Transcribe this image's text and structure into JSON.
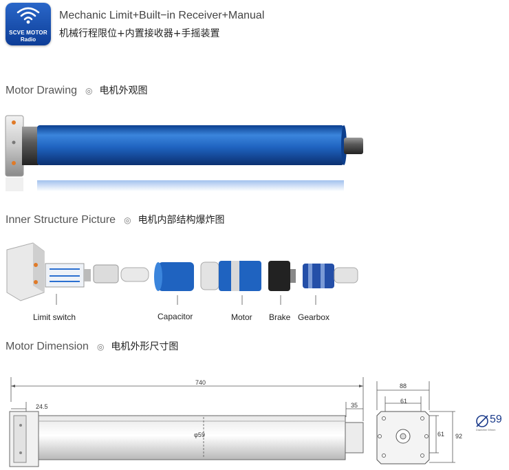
{
  "brand": {
    "logo_line1": "SCVE MOTOR",
    "logo_line2": "Radio",
    "primary_color": "#1a4fb0"
  },
  "header": {
    "title_en": "Mechanic Limit+Built−in Receiver+Manual",
    "title_cn": "机械行程限位+内置接收器+手摇装置"
  },
  "sections": {
    "drawing": {
      "title_en": "Motor Drawing",
      "bullet": "◎",
      "title_cn": "电机外观图"
    },
    "inner": {
      "title_en": "Inner Structure Picture",
      "bullet": "◎",
      "title_cn": "电机内部结构爆炸图"
    },
    "dimension": {
      "title_en": "Motor Dimension",
      "bullet": "◎",
      "title_cn": "电机外形尺寸图"
    }
  },
  "parts": {
    "limit_switch": "Limit switch",
    "capacitor": "Capacitor",
    "motor": "Motor",
    "brake": "Brake",
    "gearbox": "Gearbox"
  },
  "dimensions": {
    "total_length": "740",
    "left_offset": "24.5",
    "right_shaft": "35",
    "tube_diameter": "φ59",
    "head_width": "88",
    "head_inner": "61",
    "head_side_61": "61",
    "head_height": "92",
    "diameter_value": "59",
    "diameter_caption": "Diameter 59mm"
  },
  "colors": {
    "tube_blue": "#1f63c0",
    "line": "#666666"
  }
}
